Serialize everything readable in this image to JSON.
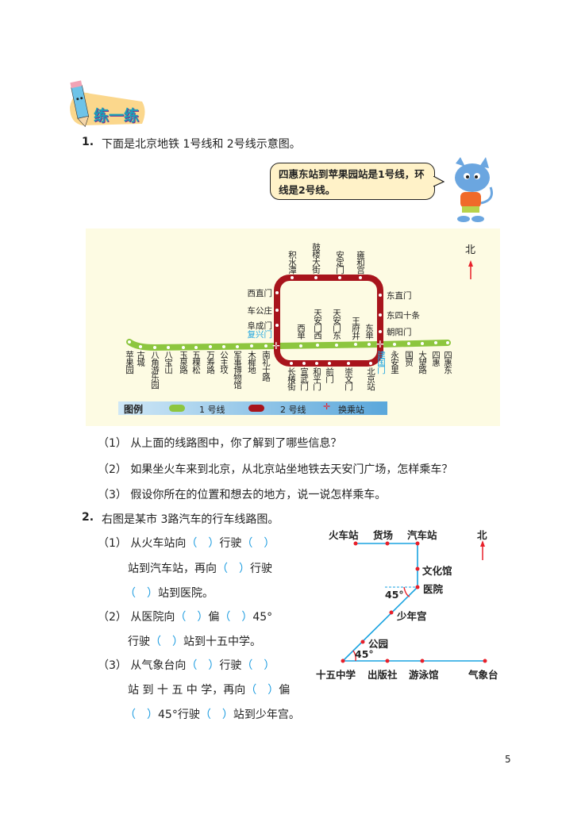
{
  "section_title": "练一练",
  "q1": {
    "number": "1.",
    "text": "下面是北京地铁 1号线和 2号线示意图。",
    "bubble": "四惠东站到苹果园站是1号线，环线是2号线。",
    "map": {
      "north": "北",
      "line1_stations": [
        "苹果园",
        "古城",
        "八角游乐园",
        "八宝山",
        "玉泉路",
        "五棵松",
        "万寿路",
        "公主坟",
        "军事博物馆",
        "木樨地",
        "南礼士路",
        "复兴门",
        "西单",
        "天安门西",
        "天安门东",
        "王府井",
        "东单",
        "建国门",
        "永安里",
        "国贸",
        "大望路",
        "四惠",
        "四惠东"
      ],
      "ring_top": [
        "积水潭",
        "鼓楼大街",
        "安定门",
        "雍和宫"
      ],
      "ring_left": [
        "西直门",
        "车公庄",
        "阜成门"
      ],
      "ring_right": [
        "东直门",
        "东四十条",
        "朝阳门"
      ],
      "ring_bottom": [
        "长椿街",
        "宣武门",
        "和平门",
        "前门",
        "崇文门",
        "北京站"
      ],
      "legend": {
        "title": "图例",
        "line1": "1 号线",
        "line2": "2 号线",
        "transfer": "换乘站"
      },
      "colors": {
        "line1": "#8dc63f",
        "line2": "#a8141c",
        "transfer": "#1aa3e0",
        "bg": "#fdfbe3"
      }
    },
    "subs": [
      "（1） 从上面的线路图中，你了解到了哪些信息？",
      "（2） 如果坐火车来到北京，从北京站坐地铁去天安门广场，怎样乘车？",
      "（3） 假设你所在的位置和想去的地方，说一说怎样乘车。"
    ]
  },
  "q2": {
    "number": "2.",
    "text": "右图是某市 3路汽车的行车线路图。",
    "lines": [
      "（1） 从火车站向（　）行驶（　）",
      "站到汽车站，再向（　）行驶",
      "（　）站到医院。",
      "（2） 从医院向（　）偏（　）45°",
      "行驶（　）站到十五中学。",
      "（3） 从气象台向（　）行驶（　）",
      "站 到 十 五 中 学，再向（　）偏",
      "（　）45°行驶（　）站到少年宫。"
    ],
    "diagram": {
      "north": "北",
      "stops": [
        "火车站",
        "货场",
        "汽车站",
        "文化馆",
        "医院",
        "少年宫",
        "公园",
        "十五中学",
        "出版社",
        "游泳馆",
        "气象台"
      ],
      "angle1": "45°",
      "angle2": "45°",
      "colors": {
        "route": "#1aa3e0",
        "stop": "#e8202a"
      }
    }
  },
  "page_number": "5"
}
